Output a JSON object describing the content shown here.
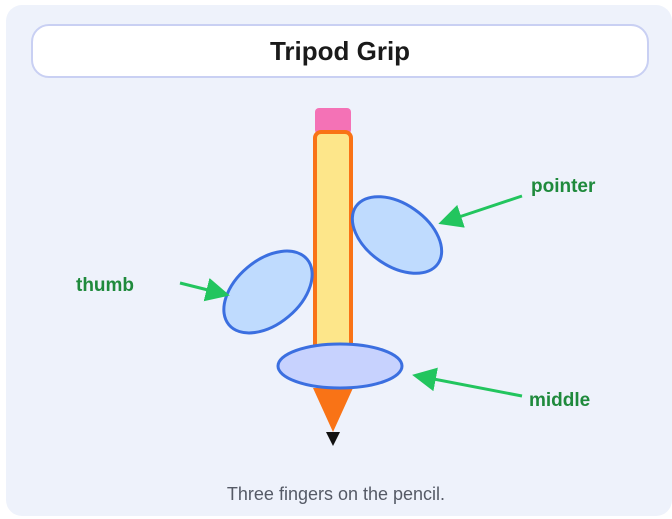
{
  "title": "Tripod Grip",
  "caption": "Three fingers on the pencil.",
  "labels": {
    "thumb": "thumb",
    "pointer": "pointer",
    "middle": "middle"
  },
  "colors": {
    "background": "#eef2fb",
    "title_border": "#c9d0f3",
    "pencil_body": "#fde68a",
    "pencil_outline": "#f97316",
    "eraser": "#f472b6",
    "tip": "#111111",
    "finger_fill": "#bfdbfe",
    "finger_stroke": "#3b6fe0",
    "middle_fill": "#c7d2fe",
    "arrow": "#22c55e",
    "label_text": "#1f8a3c"
  }
}
